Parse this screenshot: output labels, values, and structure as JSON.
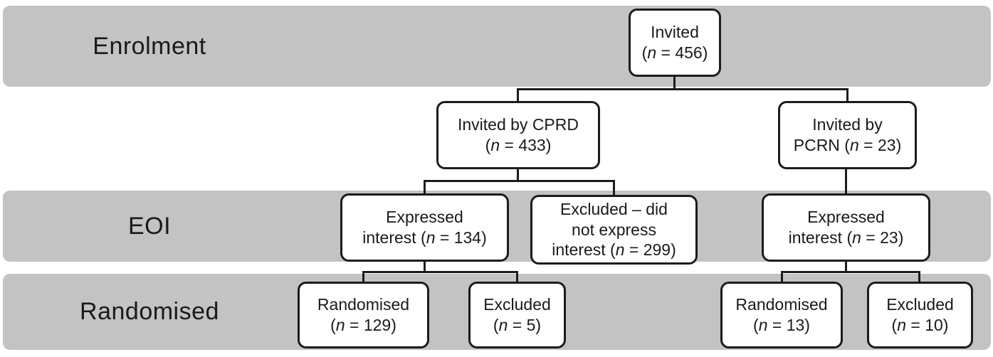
{
  "stages": [
    {
      "id": "enrolment",
      "label": "Enrolment"
    },
    {
      "id": "eoi",
      "label": "EOI"
    },
    {
      "id": "randomised",
      "label": "Randomised"
    }
  ],
  "boxes": {
    "invited": {
      "n": 456,
      "lines": [
        "Invited",
        "(n = 456)"
      ]
    },
    "invited_cprd": {
      "n": 433,
      "lines": [
        "Invited by CPRD",
        "(n = 433)"
      ]
    },
    "invited_pcrn": {
      "n": 23,
      "lines": [
        "Invited by",
        "PCRN (n = 23)"
      ]
    },
    "eoi_cprd": {
      "n": 134,
      "lines": [
        "Expressed",
        "interest (n = 134)"
      ]
    },
    "excluded_eoi": {
      "n": 299,
      "lines": [
        "Excluded – did",
        "not express",
        "interest (n = 299)"
      ]
    },
    "eoi_pcrn": {
      "n": 23,
      "lines": [
        "Expressed",
        "interest (n = 23)"
      ]
    },
    "randomised_cprd": {
      "n": 129,
      "lines": [
        "Randomised",
        "(n = 129)"
      ]
    },
    "excluded_cprd": {
      "n": 5,
      "lines": [
        "Excluded",
        "(n = 5)"
      ]
    },
    "randomised_pcrn": {
      "n": 13,
      "lines": [
        "Randomised",
        "(n = 13)"
      ]
    },
    "excluded_pcrn": {
      "n": 10,
      "lines": [
        "Excluded",
        "(n = 10)"
      ]
    }
  },
  "colors": {
    "band": "#c3c3c3",
    "box_fill": "#ffffff",
    "box_border": "#1c1c1c",
    "line": "#1c1c1c",
    "text": "#1a1a1a"
  }
}
